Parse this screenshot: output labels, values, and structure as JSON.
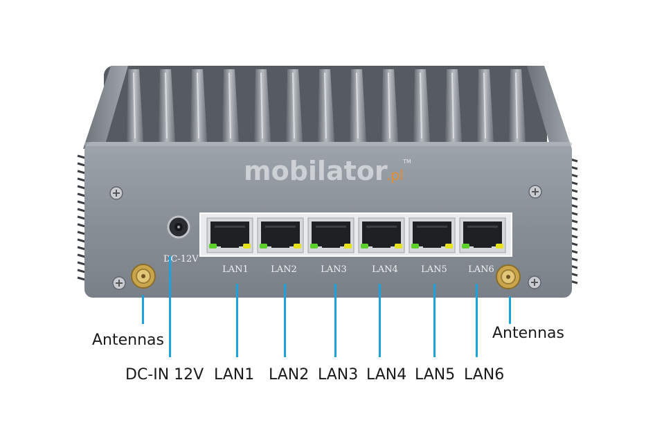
{
  "watermark": {
    "brand": "mobilator",
    "suffix": ".pl",
    "mark": "TM"
  },
  "panel": {
    "dc_label": "DC-12V",
    "port_labels": [
      "LAN1",
      "LAN2",
      "LAN3",
      "LAN4",
      "LAN5",
      "LAN6"
    ]
  },
  "callouts": {
    "antenna_left": "Antennas",
    "antenna_right": "Antennas",
    "dc_in": "DC-IN 12V",
    "lan": [
      "LAN1",
      "LAN2",
      "LAN3",
      "LAN4",
      "LAN5",
      "LAN6"
    ]
  },
  "colors": {
    "leader": "#1aa3dc",
    "led_green": "#5bd12a",
    "led_yellow": "#e6e21c",
    "brand_orange": "#f28a1a"
  }
}
